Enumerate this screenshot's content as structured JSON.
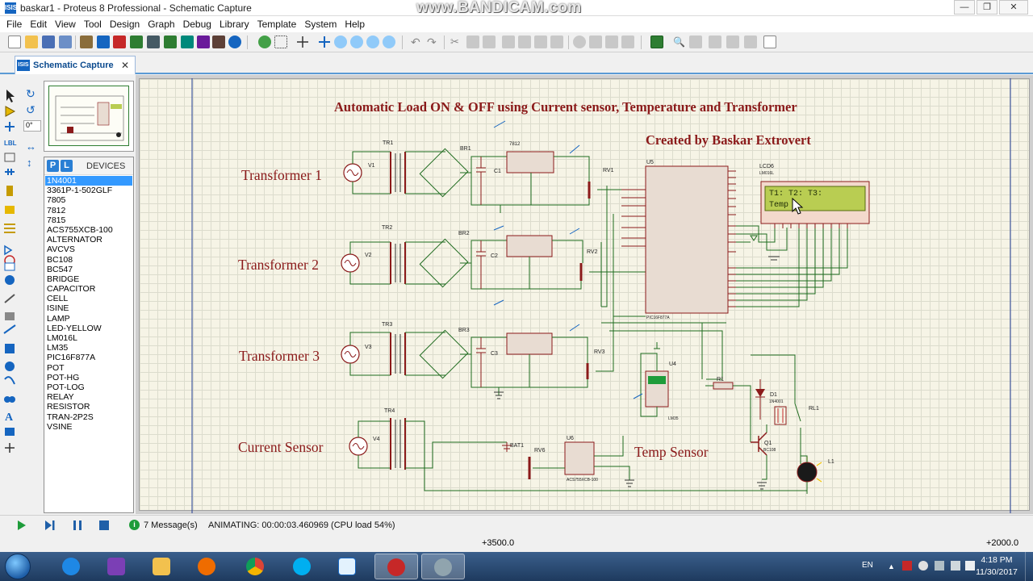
{
  "window": {
    "title": "baskar1 - Proteus 8 Professional - Schematic Capture",
    "watermark": "www.BANDICAM.com",
    "app_icon": "ISIS"
  },
  "menu": [
    "File",
    "Edit",
    "View",
    "Tool",
    "Design",
    "Graph",
    "Debug",
    "Library",
    "Template",
    "System",
    "Help"
  ],
  "tab": {
    "label": "Schematic Capture",
    "icon": "ISIS"
  },
  "left_tools": {
    "rotation": "0°"
  },
  "devices": {
    "header": "DEVICES",
    "p_button": "P",
    "l_button": "L",
    "selected": "1N4001",
    "items": [
      "1N4001",
      "3361P-1-502GLF",
      "7805",
      "7812",
      "7815",
      "ACS755XCB-100",
      "ALTERNATOR",
      "AVCVS",
      "BC108",
      "BC547",
      "BRIDGE",
      "CAPACITOR",
      "CELL",
      "ISINE",
      "LAMP",
      "LED-YELLOW",
      "LM016L",
      "LM35",
      "PIC16F877A",
      "POT",
      "POT-HG",
      "POT-LOG",
      "RELAY",
      "RESISTOR",
      "TRAN-2P2S",
      "VSINE"
    ]
  },
  "schematic": {
    "title": "Automatic Load ON & OFF using Current sensor, Temperature and Transformer",
    "credit": "Created by Baskar Extrovert",
    "labels": {
      "t1": "Transformer 1",
      "t2": "Transformer 2",
      "t3": "Transformer 3",
      "cs": "Current Sensor",
      "ts": "Temp Sensor"
    },
    "components": {
      "v1": "V1",
      "v2": "V2",
      "v3": "V3",
      "v4": "V4",
      "tr1": "TR1",
      "tr2": "TR2",
      "tr3": "TR3",
      "tr4": "TR4",
      "br1": "BR1",
      "br2": "BR2",
      "br3": "BR3",
      "c1": "C1",
      "c2": "C2",
      "c3": "C3",
      "rv1": "RV1",
      "rv2": "RV2",
      "rv3": "RV3",
      "rv6": "RV6",
      "u5": "U5",
      "u4": "U4",
      "u6": "U6",
      "lcd": "LCD6",
      "lcd_model": "LM016L",
      "r1": "R1",
      "d1": "D1",
      "rl1": "RL1",
      "q1": "Q1",
      "l1": "L1",
      "bat1": "BAT1",
      "mcu": "PIC16F877A",
      "reg": "7812",
      "q1_model": "BC108",
      "u6_model": "ACS755XCB-100",
      "d1_model": "1N4001",
      "u4_model": "LM35"
    },
    "lcd_text": {
      "line1": "T1:   T2:    T3:",
      "line2": "Temp"
    }
  },
  "status": {
    "messages": "7 Message(s)",
    "animating": "ANIMATING: 00:00:03.460969 (CPU load 54%)",
    "coord_x": "+3500.0",
    "coord_y": "+2000.0"
  },
  "taskbar": {
    "language": "EN",
    "time": "4:18 PM",
    "date": "11/30/2017"
  },
  "colors": {
    "sheet": "#f6f4e6",
    "wire": "#1e6b1e",
    "component": "#8b1a1a",
    "title_text": "#8b1a1a",
    "lcd_bg": "#b9cd52",
    "accent": "#3399ff"
  }
}
